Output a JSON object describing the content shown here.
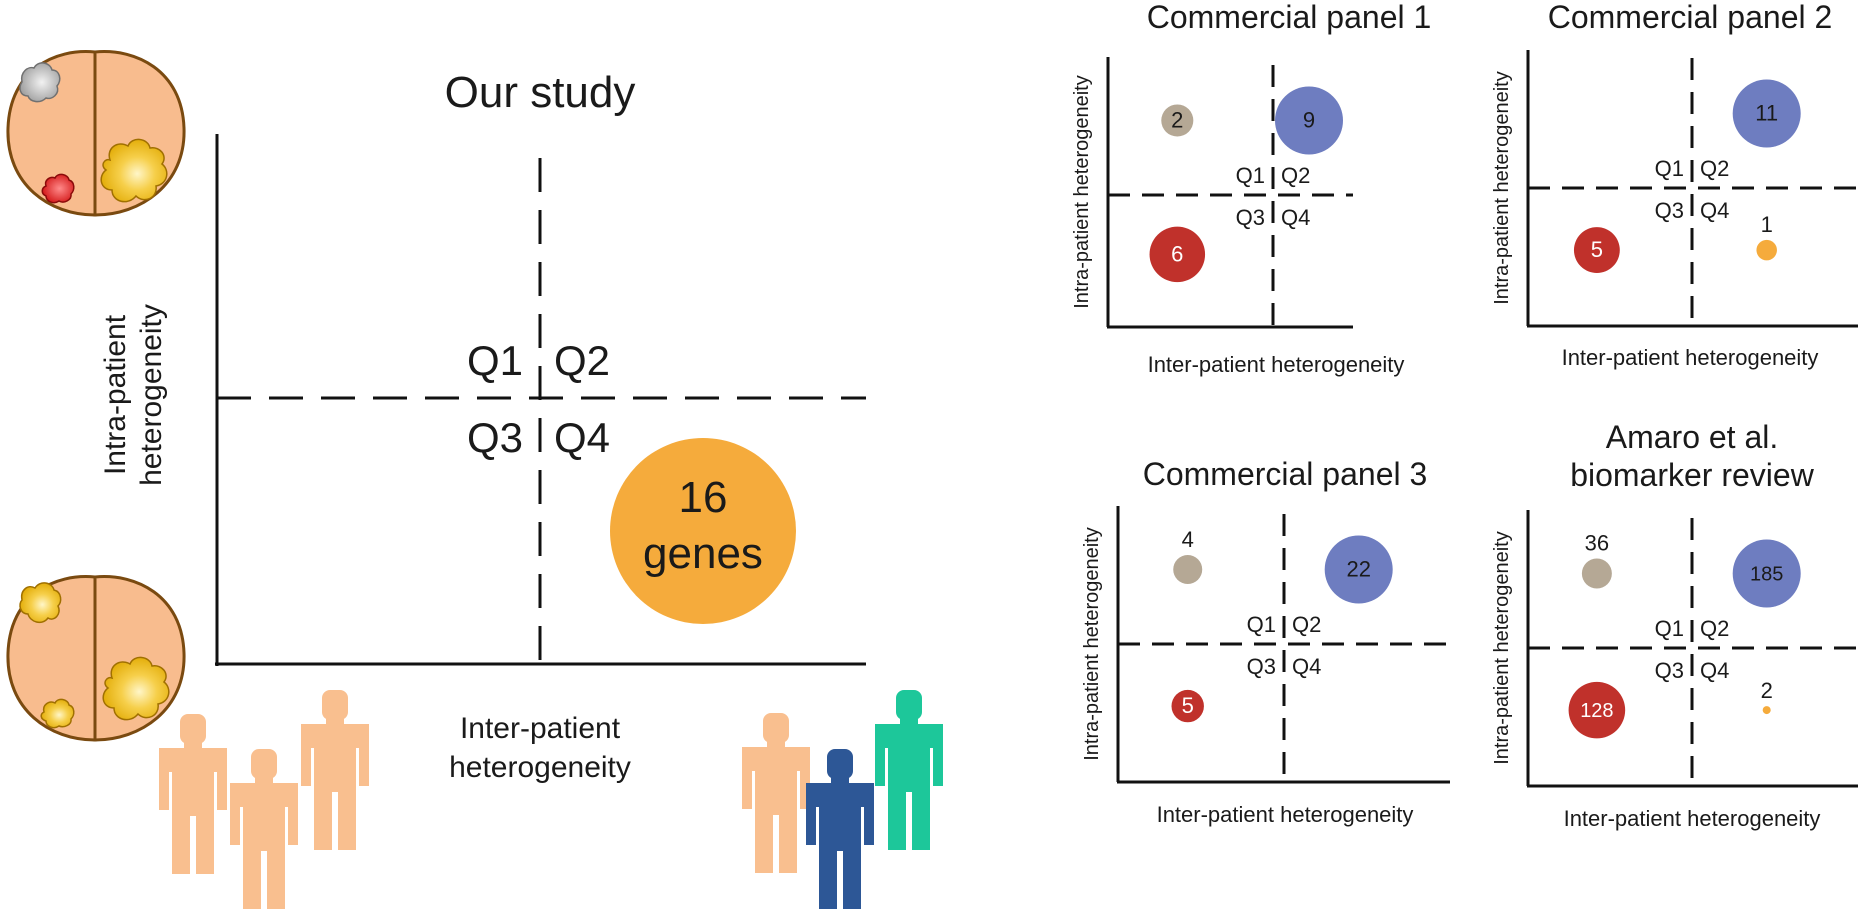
{
  "main": {
    "title": "Our study",
    "ylabel_line1": "Intra-patient",
    "ylabel_line2": "heterogeneity",
    "xlabel_line1": "Inter-patient",
    "xlabel_line2": "heterogeneity",
    "quadrants": [
      "Q1",
      "Q2",
      "Q3",
      "Q4"
    ],
    "bubble": {
      "quadrant": "Q4",
      "count": "16",
      "unit": "genes",
      "color": "#F5AB3C"
    }
  },
  "panels": [
    {
      "title_lines": [
        "Commercial panel 1"
      ],
      "ylabel": "Intra-patient heterogeneity",
      "xlabel": "Inter-patient heterogeneity",
      "quadrants": [
        "Q1",
        "Q2",
        "Q3",
        "Q4"
      ],
      "bubbles": [
        {
          "quadrant": "Q1",
          "label": "2",
          "value": 2,
          "color": "#B5A895"
        },
        {
          "quadrant": "Q2",
          "label": "9",
          "value": 9,
          "color": "#6E7DC0"
        },
        {
          "quadrant": "Q3",
          "label": "6",
          "value": 6,
          "color": "#C0312B"
        }
      ]
    },
    {
      "title_lines": [
        "Commercial panel 2"
      ],
      "ylabel": "Intra-patient heterogeneity",
      "xlabel": "Inter-patient heterogeneity",
      "quadrants": [
        "Q1",
        "Q2",
        "Q3",
        "Q4"
      ],
      "bubbles": [
        {
          "quadrant": "Q2",
          "label": "11",
          "value": 11,
          "color": "#6E7DC0"
        },
        {
          "quadrant": "Q3",
          "label": "5",
          "value": 5,
          "color": "#C0312B"
        },
        {
          "quadrant": "Q4",
          "label": "1",
          "value": 1,
          "color": "#F5AB3C"
        }
      ]
    },
    {
      "title_lines": [
        "Commercial panel 3"
      ],
      "ylabel": "Intra-patient heterogeneity",
      "xlabel": "Inter-patient heterogeneity",
      "quadrants": [
        "Q1",
        "Q2",
        "Q3",
        "Q4"
      ],
      "bubbles": [
        {
          "quadrant": "Q1",
          "label": "4",
          "value": 4,
          "color": "#B5A895"
        },
        {
          "quadrant": "Q2",
          "label": "22",
          "value": 22,
          "color": "#6E7DC0"
        },
        {
          "quadrant": "Q3",
          "label": "5",
          "value": 5,
          "color": "#C0312B"
        }
      ]
    },
    {
      "title_lines": [
        "Amaro et al.",
        "biomarker review"
      ],
      "ylabel": "Intra-patient heterogeneity",
      "xlabel": "Inter-patient heterogeneity",
      "quadrants": [
        "Q1",
        "Q2",
        "Q3",
        "Q4"
      ],
      "bubbles": [
        {
          "quadrant": "Q1",
          "label": "36",
          "value": 36,
          "color": "#B5A895"
        },
        {
          "quadrant": "Q2",
          "label": "185",
          "value": 185,
          "color": "#6E7DC0"
        },
        {
          "quadrant": "Q3",
          "label": "128",
          "value": 128,
          "color": "#C0312B"
        },
        {
          "quadrant": "Q4",
          "label": "2",
          "value": 2,
          "color": "#F5AB3C"
        }
      ]
    }
  ],
  "colors": {
    "tissue": "#F8BC8E",
    "tissue_outline": "#7A4A10",
    "tumor_yellow": "#F2C12E",
    "tumor_grey": "#A9A9A9",
    "tumor_red": "#E02020",
    "person_peach": "#F9BF8F",
    "person_blue": "#2D5796",
    "person_green": "#1DC79A"
  }
}
